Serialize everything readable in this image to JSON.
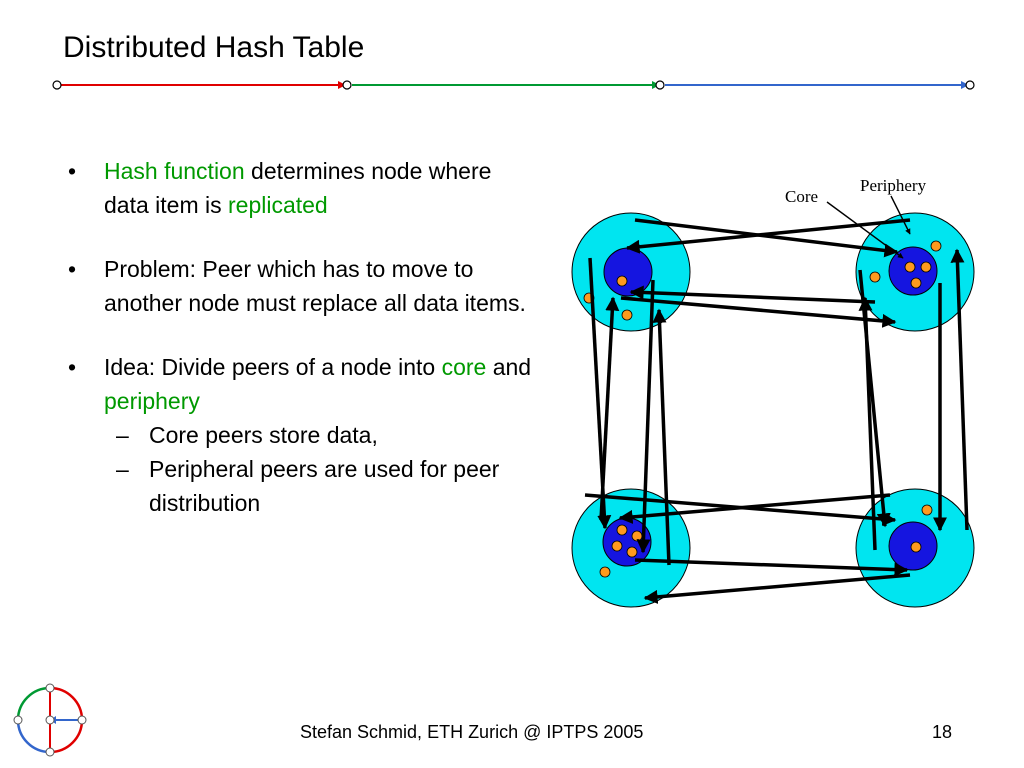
{
  "slide": {
    "title": "Distributed Hash Table",
    "bullets": [
      {
        "parts": [
          {
            "text": "Hash function",
            "color": "#009900"
          },
          {
            "text": " determines node where data item is "
          },
          {
            "text": "replicated",
            "color": "#009900"
          }
        ]
      },
      {
        "parts": [
          {
            "text": "Problem: Peer which has to move to another node must replace all data items."
          }
        ]
      },
      {
        "parts": [
          {
            "text": "Idea: Divide peers of a node into "
          },
          {
            "text": "core",
            "color": "#009900"
          },
          {
            "text": " and "
          },
          {
            "text": "periphery",
            "color": "#009900"
          }
        ],
        "sub": [
          "Core peers store data,",
          "Peripheral peers are used for peer distribution"
        ]
      }
    ],
    "bullet_glyph": "•",
    "sub_glyph": "–"
  },
  "diagram": {
    "label_core": "Core",
    "label_periphery": "Periphery",
    "colors": {
      "outer": "#00E5F0",
      "core": "#1515E0",
      "peer": "#FF9A1E",
      "arrow": "#000000"
    }
  },
  "footer": {
    "text": "Stefan Schmid, ETH Zurich @ IPTPS 2005",
    "page": "18"
  },
  "theme": {
    "rule_colors": [
      "#E00000",
      "#009933",
      "#3366CC"
    ]
  }
}
